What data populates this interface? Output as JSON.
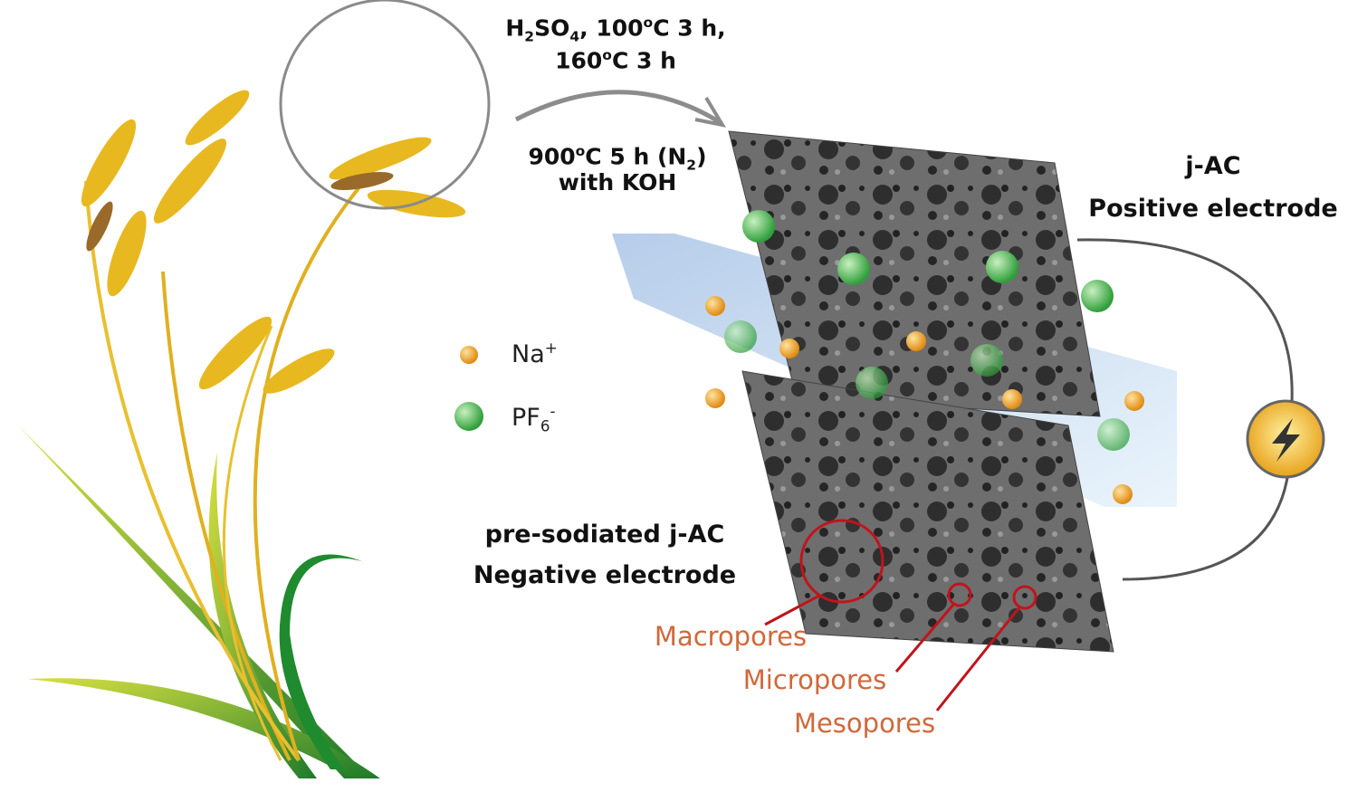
{
  "process": {
    "step1": {
      "a": "H",
      "a_sub": "2",
      "b": "SO",
      "b_sub": "4",
      "c": ", 100",
      "c_sup": "o",
      "d": "C 3 h,"
    },
    "step1_line2": {
      "a": "160",
      "a_sup": "o",
      "b": "C 3 h"
    },
    "step2": {
      "a": "900",
      "a_sup": "o",
      "b": "C 5 h (N",
      "b_sub": "2",
      "c": ")"
    },
    "step2_line2": "with KOH"
  },
  "positive": {
    "title": "j-AC",
    "subtitle": "Positive electrode"
  },
  "negative": {
    "title": "pre-sodiated j-AC",
    "subtitle": "Negative electrode"
  },
  "legend": [
    {
      "label": "Na",
      "sup": "+",
      "color": "#f0a020"
    },
    {
      "label": "PF",
      "sub": "6",
      "sup": "-",
      "color": "#4cb84c"
    }
  ],
  "pores": {
    "macro": "Macropores",
    "micro": "Micropores",
    "meso": "Mesopores",
    "color": "#d0683a"
  },
  "colors": {
    "line": "#c0141c",
    "electrode": "#5a5a5a",
    "separator": "#bcd6ee",
    "bolt_bg": "#f2b51a"
  }
}
